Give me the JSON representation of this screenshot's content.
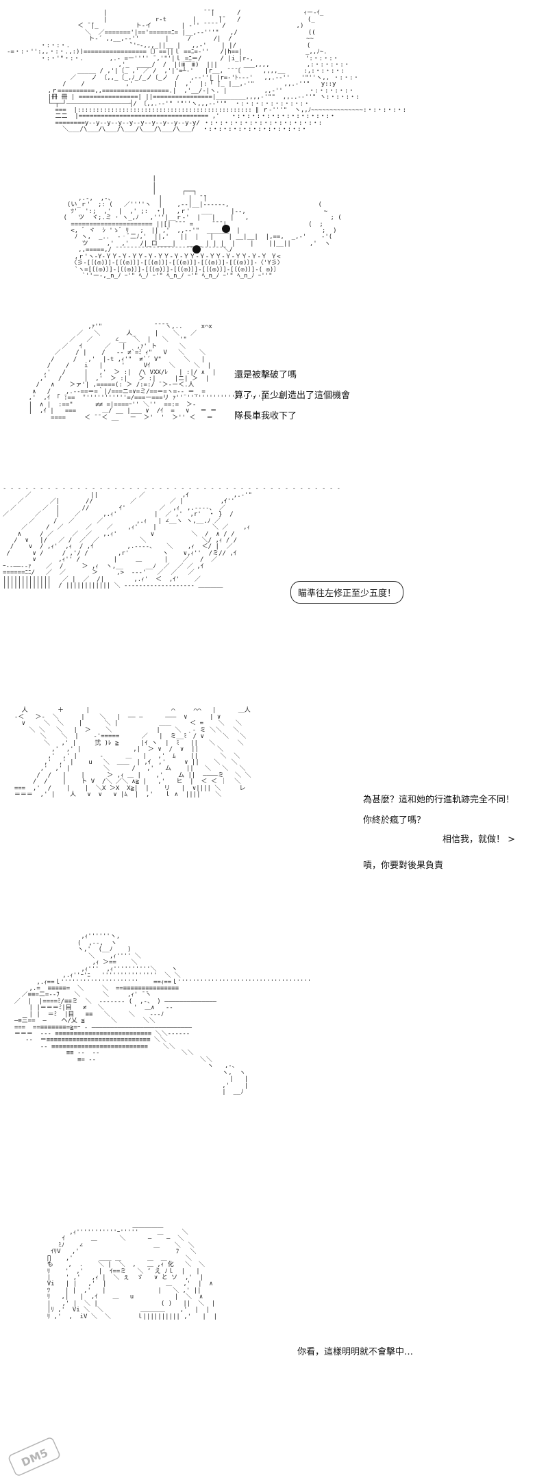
{
  "panels": {
    "p3": {
      "line1": "還是被擊破了嗎",
      "line2": "算了，至少創造出了這個機會",
      "line3": "隊長車我收下了"
    },
    "p4": {
      "bubble": "瞄準往左修正至少五度！"
    },
    "p5": {
      "line1": "為甚麼？這和她的行進軌跡完全不同！",
      "line2": "你終於瘋了嗎？",
      "line3": "相信我，就做！ >",
      "line4": "嘖，你要對後果負責"
    },
    "p7": {
      "line1": "你看，這樣明明就不會擊中…"
    }
  },
  "watermark": {
    "text": "DM5"
  }
}
